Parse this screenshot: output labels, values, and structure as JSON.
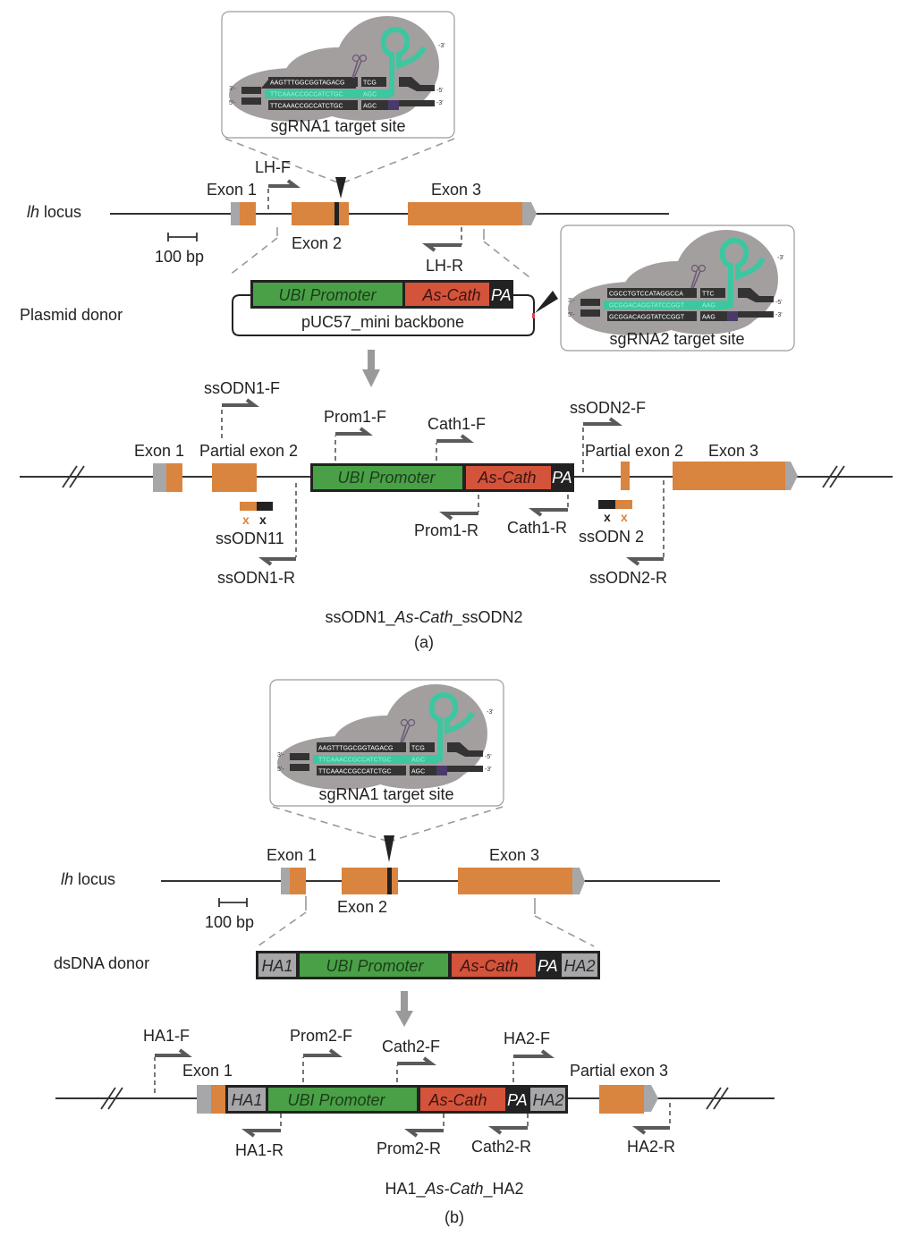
{
  "colors": {
    "exon": "#d9843f",
    "utr": "#a7a7a9",
    "promoter": "#49a046",
    "cath": "#d4533b",
    "pa": "#222222",
    "ha": "#a7a7a9",
    "sgrna": "#3cc7a0",
    "cloud": "#a39f9f",
    "arrow": "#9a9a9a"
  },
  "panel_a": {
    "sgrna1_box": {
      "title": "sgRNA1 target site",
      "top_strand": [
        "AAGTTTGGCGGTAGACG",
        "TCG"
      ],
      "guide": [
        "TTCAAACCGCCATCTGC",
        "AGC"
      ],
      "bottom_strand": [
        "TTCAAACCGCCATCTGC",
        "AGC"
      ],
      "ends": {
        "left_top": "3'-",
        "left_bottom": "5'-",
        "right_top": "-5'",
        "right_bottom": "-3'",
        "rna_end": "-3'"
      }
    },
    "sgrna2_box": {
      "title": "sgRNA2 target site",
      "top_strand": [
        "CGCCTGTCCATAGGCCA",
        "TTC"
      ],
      "guide": [
        "GCGGACAGGTATCCGGT",
        "AAG"
      ],
      "bottom_strand": [
        "GCGGACAGGTATCCGGT",
        "AAG"
      ],
      "ends": {
        "left_top": "3'-",
        "left_bottom": "5'-",
        "right_top": "-5'",
        "right_bottom": "-3'",
        "rna_end": "-3'"
      }
    },
    "locus": {
      "label_italic": "lh",
      "label_rest": " locus",
      "exon1": "Exon 1",
      "exon2": "Exon 2",
      "exon3": "Exon 3",
      "scale": "100 bp",
      "primer_f": "LH-F",
      "primer_r": "LH-R"
    },
    "donor": {
      "label": "Plasmid donor",
      "promoter": "UBI Promoter",
      "cath": "As-Cath",
      "pa": "PA",
      "backbone": "pUC57_mini backbone"
    },
    "result": {
      "exon1": "Exon 1",
      "partial_exon2_left": "Partial exon 2",
      "partial_exon2_right": "Partial exon 2",
      "exon3": "Exon 3",
      "promoter": "UBI Promoter",
      "cath": "As-Cath",
      "pa": "PA",
      "odn1": "ssODN11",
      "odn2": "ssODN 2",
      "mark": "x",
      "primers": {
        "ssodn1_f": "ssODN1-F",
        "ssodn1_r": "ssODN1-R",
        "prom1_f": "Prom1-F",
        "prom1_r": "Prom1-R",
        "cath1_f": "Cath1-F",
        "cath1_r": "Cath1-R",
        "ssodn2_f": "ssODN2-F",
        "ssodn2_r": "ssODN2-R"
      }
    },
    "construct_name": {
      "pre": "ssODN1_",
      "italic": "As-Cath",
      "post": "_ssODN2"
    },
    "panel_label": "(a)"
  },
  "panel_b": {
    "sgrna1_box": {
      "title": "sgRNA1 target site",
      "top_strand": [
        "AAGTTTGGCGGTAGACG",
        "TCG"
      ],
      "guide": [
        "TTCAAACCGCCATCTGC",
        "AGC"
      ],
      "bottom_strand": [
        "TTCAAACCGCCATCTGC",
        "AGC"
      ],
      "ends": {
        "left_top": "3'-",
        "left_bottom": "5'-",
        "right_top": "-5'",
        "right_bottom": "-3'",
        "rna_end": "-3'"
      }
    },
    "locus": {
      "label_italic": "lh",
      "label_rest": " locus",
      "exon1": "Exon 1",
      "exon2": "Exon 2",
      "exon3": "Exon 3",
      "scale": "100 bp"
    },
    "donor": {
      "label": "dsDNA donor",
      "ha1": "HA1",
      "promoter": "UBI Promoter",
      "cath": "As-Cath",
      "pa": "PA",
      "ha2": "HA2"
    },
    "result": {
      "exon1": "Exon 1",
      "partial_exon3": "Partial exon 3",
      "ha1": "HA1",
      "promoter": "UBI Promoter",
      "cath": "As-Cath",
      "pa": "PA",
      "ha2": "HA2",
      "primers": {
        "ha1_f": "HA1-F",
        "ha1_r": "HA1-R",
        "prom2_f": "Prom2-F",
        "prom2_r": "Prom2-R",
        "cath2_f": "Cath2-F",
        "cath2_r": "Cath2-R",
        "ha2_f": "HA2-F",
        "ha2_r": "HA2-R"
      }
    },
    "construct_name": {
      "pre": "HA1_",
      "italic": "As-Cath",
      "post": "_HA2"
    },
    "panel_label": "(b)"
  }
}
